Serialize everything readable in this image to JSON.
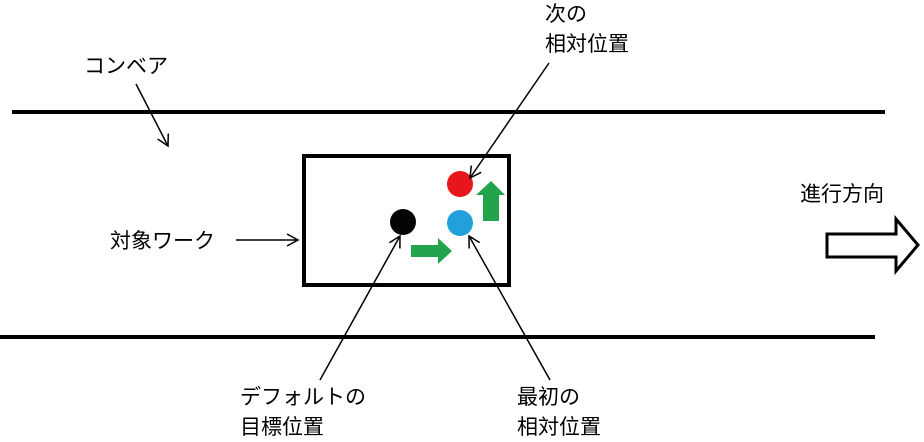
{
  "labels": {
    "conveyor": "コンベア",
    "workpiece": "対象ワーク",
    "next_relative_line1": "次の",
    "next_relative_line2": "相対位置",
    "default_target_line1": "デフォルトの",
    "default_target_line2": "目標位置",
    "first_relative_line1": "最初の",
    "first_relative_line2": "相対位置",
    "direction": "進行方向"
  },
  "colors": {
    "next_position": "#e8161b",
    "first_position": "#22a0dc",
    "default_target": "#000000",
    "move_arrow": "#21a44b"
  }
}
